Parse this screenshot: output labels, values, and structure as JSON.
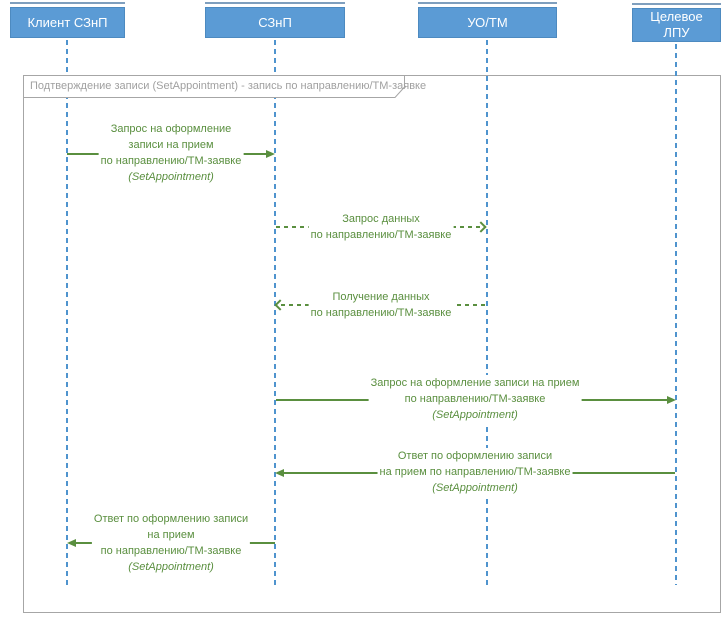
{
  "frame": {
    "title": "Подтверждение записи (SetAppointment) - запись по направлению/ТМ-заявке"
  },
  "lifelines": [
    {
      "label": "Клиент СЗнП"
    },
    {
      "label": "СЗнП"
    },
    {
      "label": "УО/ТМ"
    },
    {
      "label": "Целевое ЛПУ"
    }
  ],
  "messages": [
    {
      "from": "Клиент СЗнП",
      "to": "СЗнП",
      "line_style": "solid",
      "arrow": "filled",
      "lines": [
        "Запрос на оформление",
        "записи на прием",
        "по направлению/ТМ-заявке"
      ],
      "method": "(SetAppointment)"
    },
    {
      "from": "СЗнП",
      "to": "УО/ТМ",
      "line_style": "dashed",
      "arrow": "open",
      "lines": [
        "Запрос данных",
        "по направлению/ТМ-заявке"
      ]
    },
    {
      "from": "УО/ТМ",
      "to": "СЗнП",
      "line_style": "dashed",
      "arrow": "open",
      "lines": [
        "Получение данных",
        "по направлению/ТМ-заявке"
      ]
    },
    {
      "from": "СЗнП",
      "to": "Целевое ЛПУ",
      "line_style": "solid",
      "arrow": "filled",
      "lines": [
        "Запрос на оформление записи на прием",
        "по направлению/ТМ-заявке"
      ],
      "method": "(SetAppointment)"
    },
    {
      "from": "Целевое ЛПУ",
      "to": "СЗнП",
      "line_style": "solid",
      "arrow": "filled",
      "lines": [
        "Ответ по оформлению записи",
        "на прием по направлению/ТМ-заявке"
      ],
      "method": "(SetAppointment)"
    },
    {
      "from": "СЗнП",
      "to": "Клиент СЗнП",
      "line_style": "solid",
      "arrow": "filled",
      "lines": [
        "Ответ по оформлению записи",
        "на прием",
        "по направлению/ТМ-заявке"
      ],
      "method": "(SetAppointment)"
    }
  ],
  "colors": {
    "head_fill": "#5b9bd5",
    "head_text": "#ffffff",
    "lifeline_blue": "#4f94ce",
    "message_green": "#5a8f3f",
    "frame_gray": "#a6a6a6"
  }
}
